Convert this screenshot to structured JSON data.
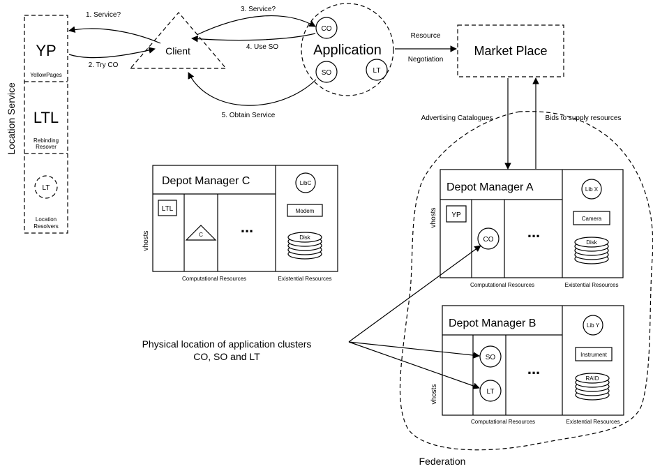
{
  "location_service": {
    "title": "Location Service",
    "yp": "YP",
    "yp_sub": "YellowPages",
    "ltl": "LTL",
    "ltl_sub1": "Rebinding",
    "ltl_sub2": "Resover",
    "lt": "LT",
    "lt_sub1": "Location",
    "lt_sub2": "Resolvers"
  },
  "client": "Client",
  "application": {
    "label": "Application",
    "co": "CO",
    "so": "SO",
    "lt": "LT"
  },
  "market_place": "Market Place",
  "flows": {
    "service_q1": "1. Service?",
    "try_co": "2. Try CO",
    "service_q3": "3. Service?",
    "use_so": "4. Use SO",
    "obtain_service": "5. Obtain Service",
    "resource": "Resource",
    "negotiation": "Negotiation",
    "advertising": "Advertising Catalogues",
    "bids": "Bids to supply resources"
  },
  "depot_c": {
    "title": "Depot Manager C",
    "vhosts": "vhosts",
    "ltl": "LTL",
    "c": "C",
    "ellipsis": "...",
    "lib": "LibC",
    "device": "Modem",
    "storage": "Disk",
    "computational": "Computational Resources",
    "existential": "Existential Resources"
  },
  "depot_a": {
    "title": "Depot Manager A",
    "vhosts": "vhosts",
    "yp": "YP",
    "co": "CO",
    "ellipsis": "...",
    "lib": "Lib X",
    "device": "Camera",
    "storage": "Disk",
    "computational": "Computational Resources",
    "existential": "Existential Resources"
  },
  "depot_b": {
    "title": "Depot Manager B",
    "vhosts": "vhosts",
    "so": "SO",
    "lt": "LT",
    "ellipsis": "...",
    "lib": "Lib Y",
    "device": "Instrument",
    "storage": "RAID",
    "computational": "Computational Resources",
    "existential": "Existential Resources"
  },
  "physical_line1": "Physical location of application clusters",
  "physical_line2": "CO, SO and LT",
  "federation": "Federation"
}
